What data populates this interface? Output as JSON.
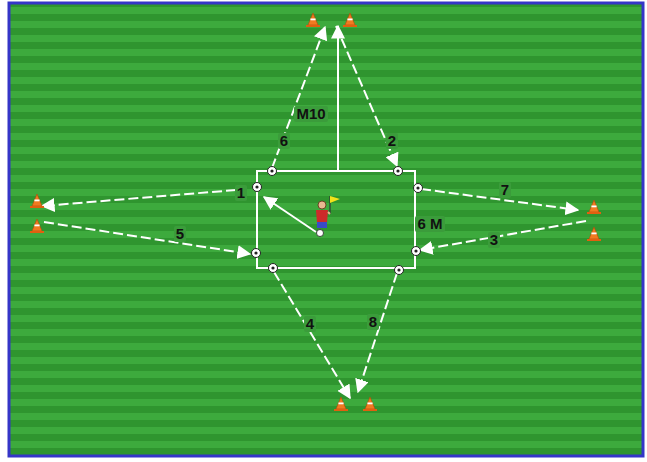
{
  "diagram": {
    "labels": [
      "M10",
      "6",
      "2",
      "1",
      "7",
      "6 M",
      "5",
      "3",
      "4",
      "8"
    ]
  }
}
